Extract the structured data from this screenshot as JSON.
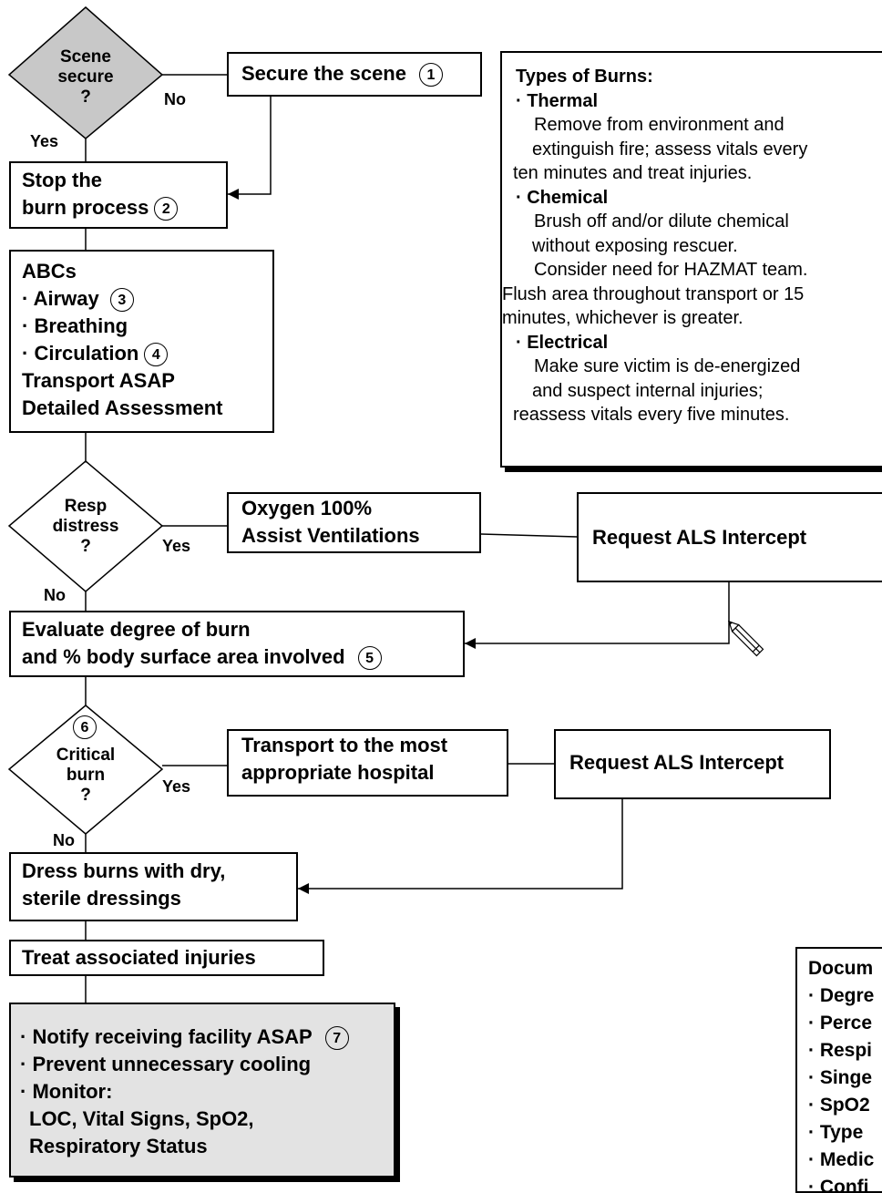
{
  "decisions": {
    "scene": {
      "l1": "Scene",
      "l2": "secure",
      "l3": "?",
      "no": "No",
      "yes": "Yes"
    },
    "resp": {
      "l1": "Resp",
      "l2": "distress",
      "l3": "?",
      "yes": "Yes",
      "no": "No"
    },
    "critical": {
      "num": "6",
      "l1": "Critical",
      "l2": "burn",
      "l3": "?",
      "yes": "Yes",
      "no": "No"
    }
  },
  "boxes": {
    "secure_scene": {
      "text": "Secure the scene",
      "num": "1"
    },
    "stop_burn": {
      "l1": "Stop the",
      "l2": "burn process",
      "num": "2"
    },
    "abcs": {
      "l1": "ABCs",
      "l2": "· Airway",
      "n2": "3",
      "l3": "· Breathing",
      "l4": "· Circulation",
      "n4": "4",
      "l5": "Transport ASAP",
      "l6": "Detailed Assessment"
    },
    "oxygen": {
      "l1": "Oxygen 100%",
      "l2": "Assist Ventilations"
    },
    "als1": {
      "text": "Request ALS Intercept"
    },
    "evaluate": {
      "l1": "Evaluate degree of burn",
      "l2": "and % body surface area involved",
      "num": "5"
    },
    "transport": {
      "l1": "Transport to the most",
      "l2": "appropriate hospital"
    },
    "als2": {
      "text": "Request ALS Intercept"
    },
    "dress": {
      "l1": "Dress burns with dry,",
      "l2": "sterile dressings"
    },
    "treat": {
      "text": "Treat associated injuries"
    },
    "notify": {
      "l1": "· Notify receiving facility ASAP",
      "n1": "7",
      "l2": "· Prevent unnecessary cooling",
      "l3": "· Monitor:",
      "l4": "LOC, Vital Signs, SpO2,",
      "l5": "Respiratory Status"
    }
  },
  "burn_types": {
    "title": "Types of Burns:",
    "thermal": {
      "head": "· Thermal",
      "l1": "Remove from environment and",
      "l2": "extinguish fire; assess vitals every",
      "l3": "ten minutes and treat injuries."
    },
    "chemical": {
      "head": "· Chemical",
      "l1": "Brush off and/or dilute chemical",
      "l2": "without exposing rescuer.",
      "l3": "Consider need for HAZMAT team.",
      "l4": "Flush area throughout transport or 15",
      "l5": "minutes, whichever is greater."
    },
    "electrical": {
      "head": "· Electrical",
      "l1": "Make sure victim is de-energized",
      "l2": "and suspect internal injuries;",
      "l3": "reassess vitals every five minutes."
    }
  },
  "documentation": {
    "title": "Docum",
    "items": [
      "· Degre",
      "· Perce",
      "· Respi",
      "· Singe",
      "· SpO2",
      "· Type",
      "· Medic",
      "· Confi"
    ]
  },
  "colors": {
    "decision_fill": "#c8c8c8",
    "final_box_fill": "#e3e3e3"
  },
  "icons": {
    "pencil": "pencil-icon"
  }
}
